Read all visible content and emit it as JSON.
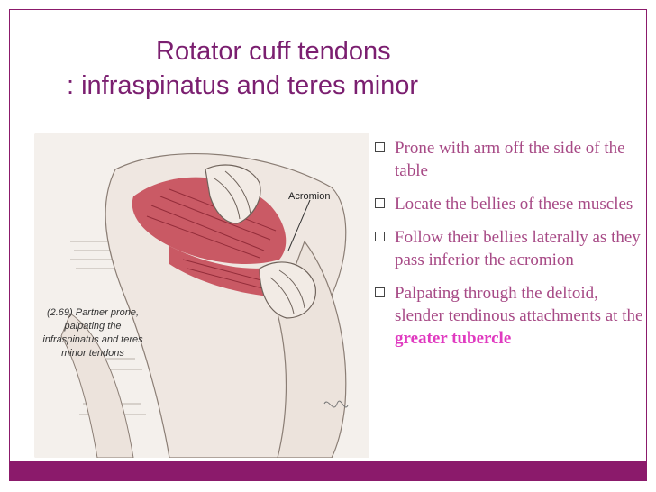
{
  "slide": {
    "title_line1": "Rotator cuff tendons",
    "title_line2": ": infraspinatus and teres minor",
    "accent_color": "#8b1a6b",
    "bullet_color": "#a74a86",
    "highlight_color": "#e03ac0"
  },
  "figure": {
    "acromion_label": "Acromion",
    "caption": "(2.69) Partner prone, palpating the infraspinatus and teres minor tendons"
  },
  "bullets": [
    {
      "text": "Prone with arm off the side of the table"
    },
    {
      "text": "Locate the bellies of these muscles"
    },
    {
      "text": "Follow their bellies laterally as they pass inferior the acromion"
    },
    {
      "text": "Palpating through the deltoid, slender tendinous attachments at the ",
      "highlight": "greater tubercle"
    }
  ]
}
